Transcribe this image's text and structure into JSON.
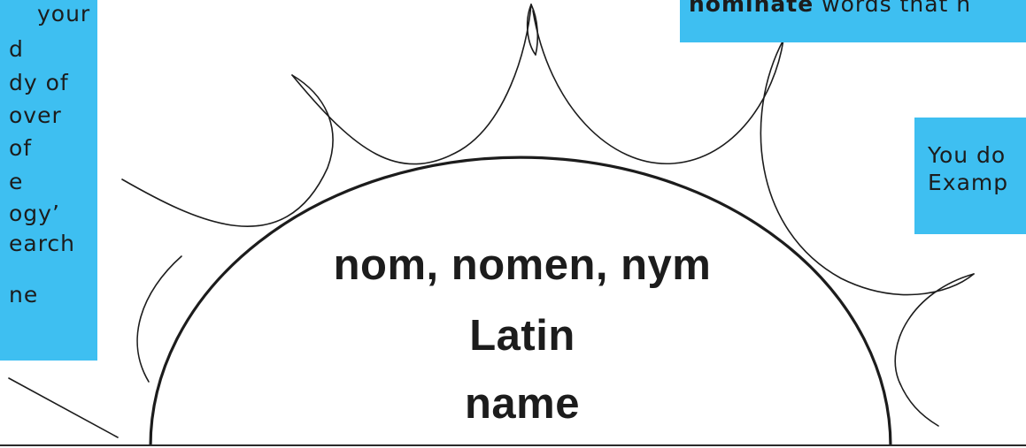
{
  "left_note": {
    "lines": [
      "your",
      "d",
      "dy of",
      "over",
      "of",
      "e",
      "ogy’",
      "earch",
      "ne"
    ]
  },
  "top_note": {
    "bold": "nominate",
    "rest": " words that n"
  },
  "right_note": {
    "lines": [
      "You do",
      "Examp"
    ]
  },
  "center": {
    "line1": "nom, nomen, nym",
    "line2": "Latin",
    "line3": "name"
  },
  "colors": {
    "note_background": "#3ebff1",
    "ink": "#1c1c1c",
    "page_background": "#ffffff"
  }
}
